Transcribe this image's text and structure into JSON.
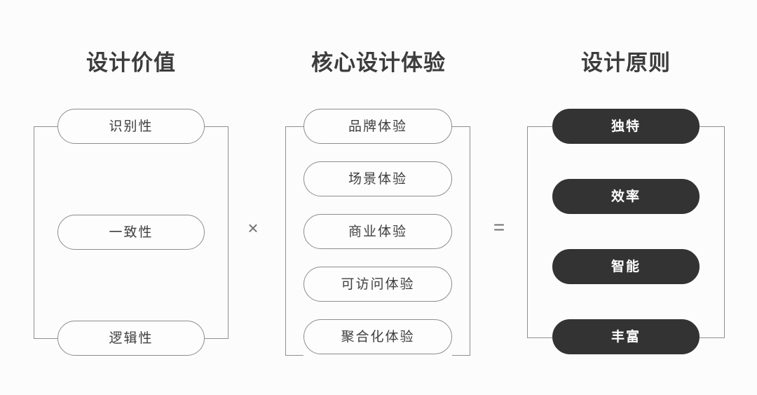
{
  "diagram": {
    "background_color": "#fcfcfc",
    "outline_color": "#8d8d8d",
    "filled_color": "#333333",
    "text_color": "#3a3a3a",
    "columns": [
      {
        "id": "design-value",
        "title": "设计价值",
        "style": "outline",
        "items": [
          {
            "label": "识别性"
          },
          {
            "label": "一致性"
          },
          {
            "label": "逻辑性"
          }
        ]
      },
      {
        "id": "core-design-experience",
        "title": "核心设计体验",
        "style": "outline",
        "items": [
          {
            "label": "品牌体验"
          },
          {
            "label": "场景体验"
          },
          {
            "label": "商业体验"
          },
          {
            "label": "可访问体验"
          },
          {
            "label": "聚合化体验"
          }
        ]
      },
      {
        "id": "design-principles",
        "title": "设计原则",
        "style": "filled",
        "items": [
          {
            "label": "独特"
          },
          {
            "label": "效率"
          },
          {
            "label": "智能"
          },
          {
            "label": "丰富"
          }
        ]
      }
    ],
    "operators": [
      {
        "id": "multiply",
        "symbol": "×"
      },
      {
        "id": "equals",
        "symbol": "="
      }
    ]
  }
}
